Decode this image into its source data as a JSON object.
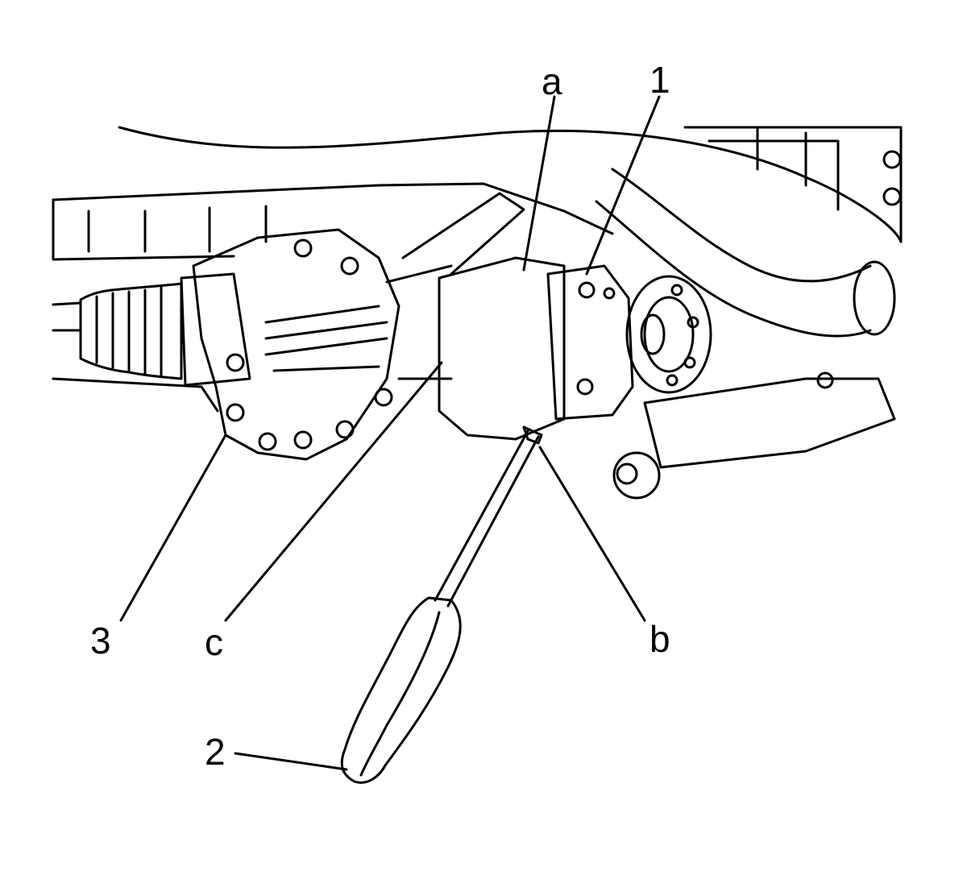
{
  "callouts": {
    "a": "a",
    "one": "1",
    "three": "3",
    "c": "c",
    "b": "b",
    "two": "2"
  },
  "colors": {
    "line": "#000000",
    "background": "#ffffff"
  }
}
